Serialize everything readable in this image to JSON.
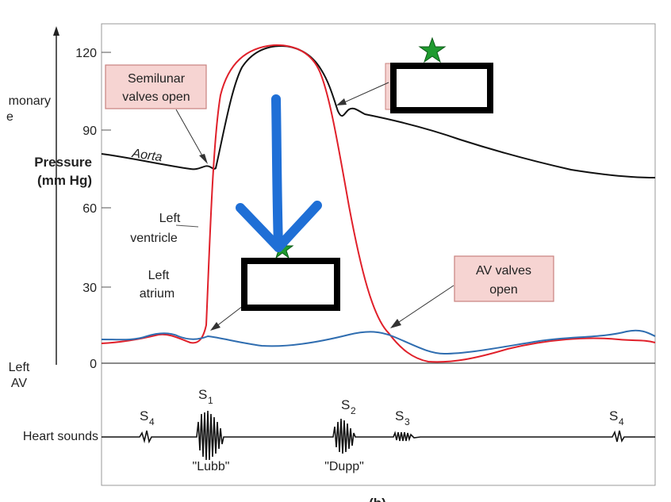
{
  "figure": {
    "pressure_label_line1": "Pressure",
    "pressure_label_line2": "(mm Hg)",
    "partial_label_pulmonary_line1": "monary",
    "partial_label_pulmonary_line2": "e",
    "partial_label_left_av_line1": "Left",
    "partial_label_left_av_line2": "AV",
    "heart_sounds_label": "Heart sounds",
    "caption": "(b)"
  },
  "chart_data": {
    "type": "line",
    "ylabel": "Pressure (mm Hg)",
    "yticks": [
      "120",
      "90",
      "60",
      "30",
      "0"
    ],
    "ylim": [
      0,
      130
    ],
    "series": [
      {
        "name": "Aorta",
        "color": "#111111"
      },
      {
        "name": "Left ventricle",
        "color": "#e0202a"
      },
      {
        "name": "Left atrium",
        "color": "#2f6db0"
      }
    ]
  },
  "labels": {
    "aorta": "Aorta",
    "left_ventricle_line1": "Left",
    "left_ventricle_line2": "ventricle",
    "left_atrium_line1": "Left",
    "left_atrium_line2": "atrium"
  },
  "callouts": {
    "semilunar_line1": "Semilunar",
    "semilunar_line2": "valves open",
    "av_line1": "AV valves",
    "av_line2": "open"
  },
  "sounds": {
    "s4_first_main": "S",
    "s4_first_sub": "4",
    "s1_main": "S",
    "s1_sub": "1",
    "s2_main": "S",
    "s2_sub": "2",
    "s3_main": "S",
    "s3_sub": "3",
    "s4_second_main": "S",
    "s4_second_sub": "4",
    "lubb": "\"Lubb\"",
    "dupp": "\"Dupp\""
  },
  "colors": {
    "aorta": "#111111",
    "ventricle": "#e0202a",
    "atrium": "#2f6db0",
    "callout_fill": "#f6d4d2",
    "callout_stroke": "#c9827e",
    "arrow_blue": "#1f6fd6",
    "star_green": "#1f9b2f"
  }
}
